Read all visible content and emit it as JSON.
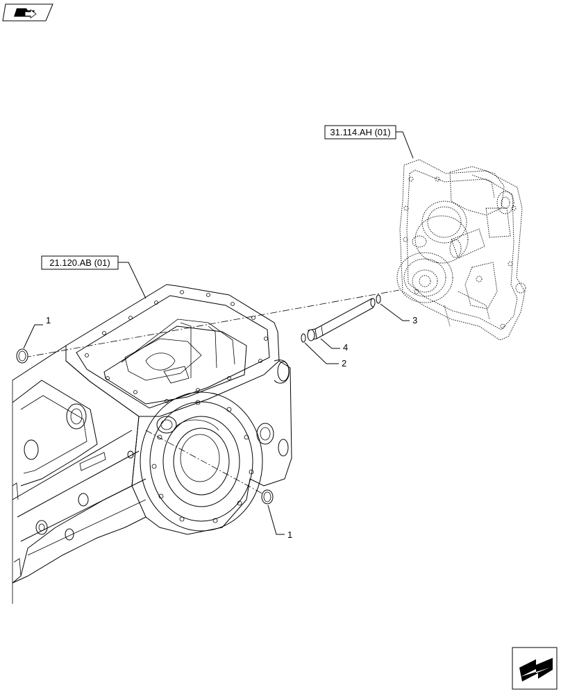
{
  "header": {
    "icon": "book-arrow-icon"
  },
  "references": [
    {
      "label": "31.114.AH (01)"
    },
    {
      "label": "21.120.AB (01)"
    }
  ],
  "callouts": [
    "1",
    "2",
    "3",
    "4",
    "1"
  ],
  "footer": {
    "icon": "next-page-arrow-icon"
  }
}
